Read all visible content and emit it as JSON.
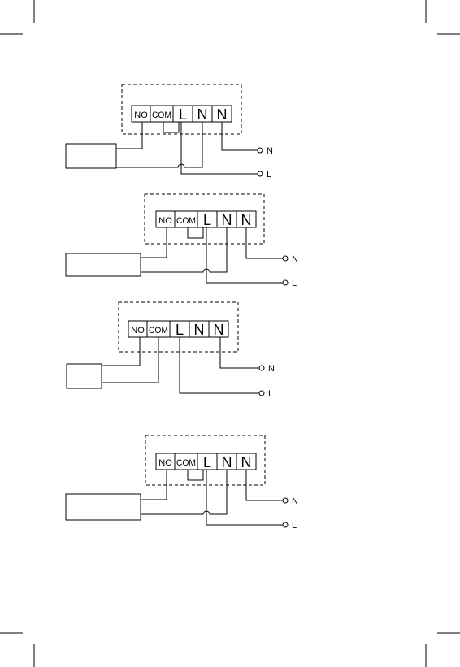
{
  "terminals": {
    "no": "NO",
    "com": "COM",
    "l": "L",
    "n1": "N",
    "n2": "N"
  },
  "supply": {
    "neutral": "N",
    "live": "L"
  },
  "diagrams": [
    {
      "id": "diagram-1",
      "has_bridge": true,
      "has_crossover": true
    },
    {
      "id": "diagram-2",
      "has_bridge": true,
      "has_crossover": true
    },
    {
      "id": "diagram-3",
      "has_bridge": false,
      "has_crossover": false
    },
    {
      "id": "diagram-4",
      "has_bridge": true,
      "has_crossover": true
    }
  ]
}
